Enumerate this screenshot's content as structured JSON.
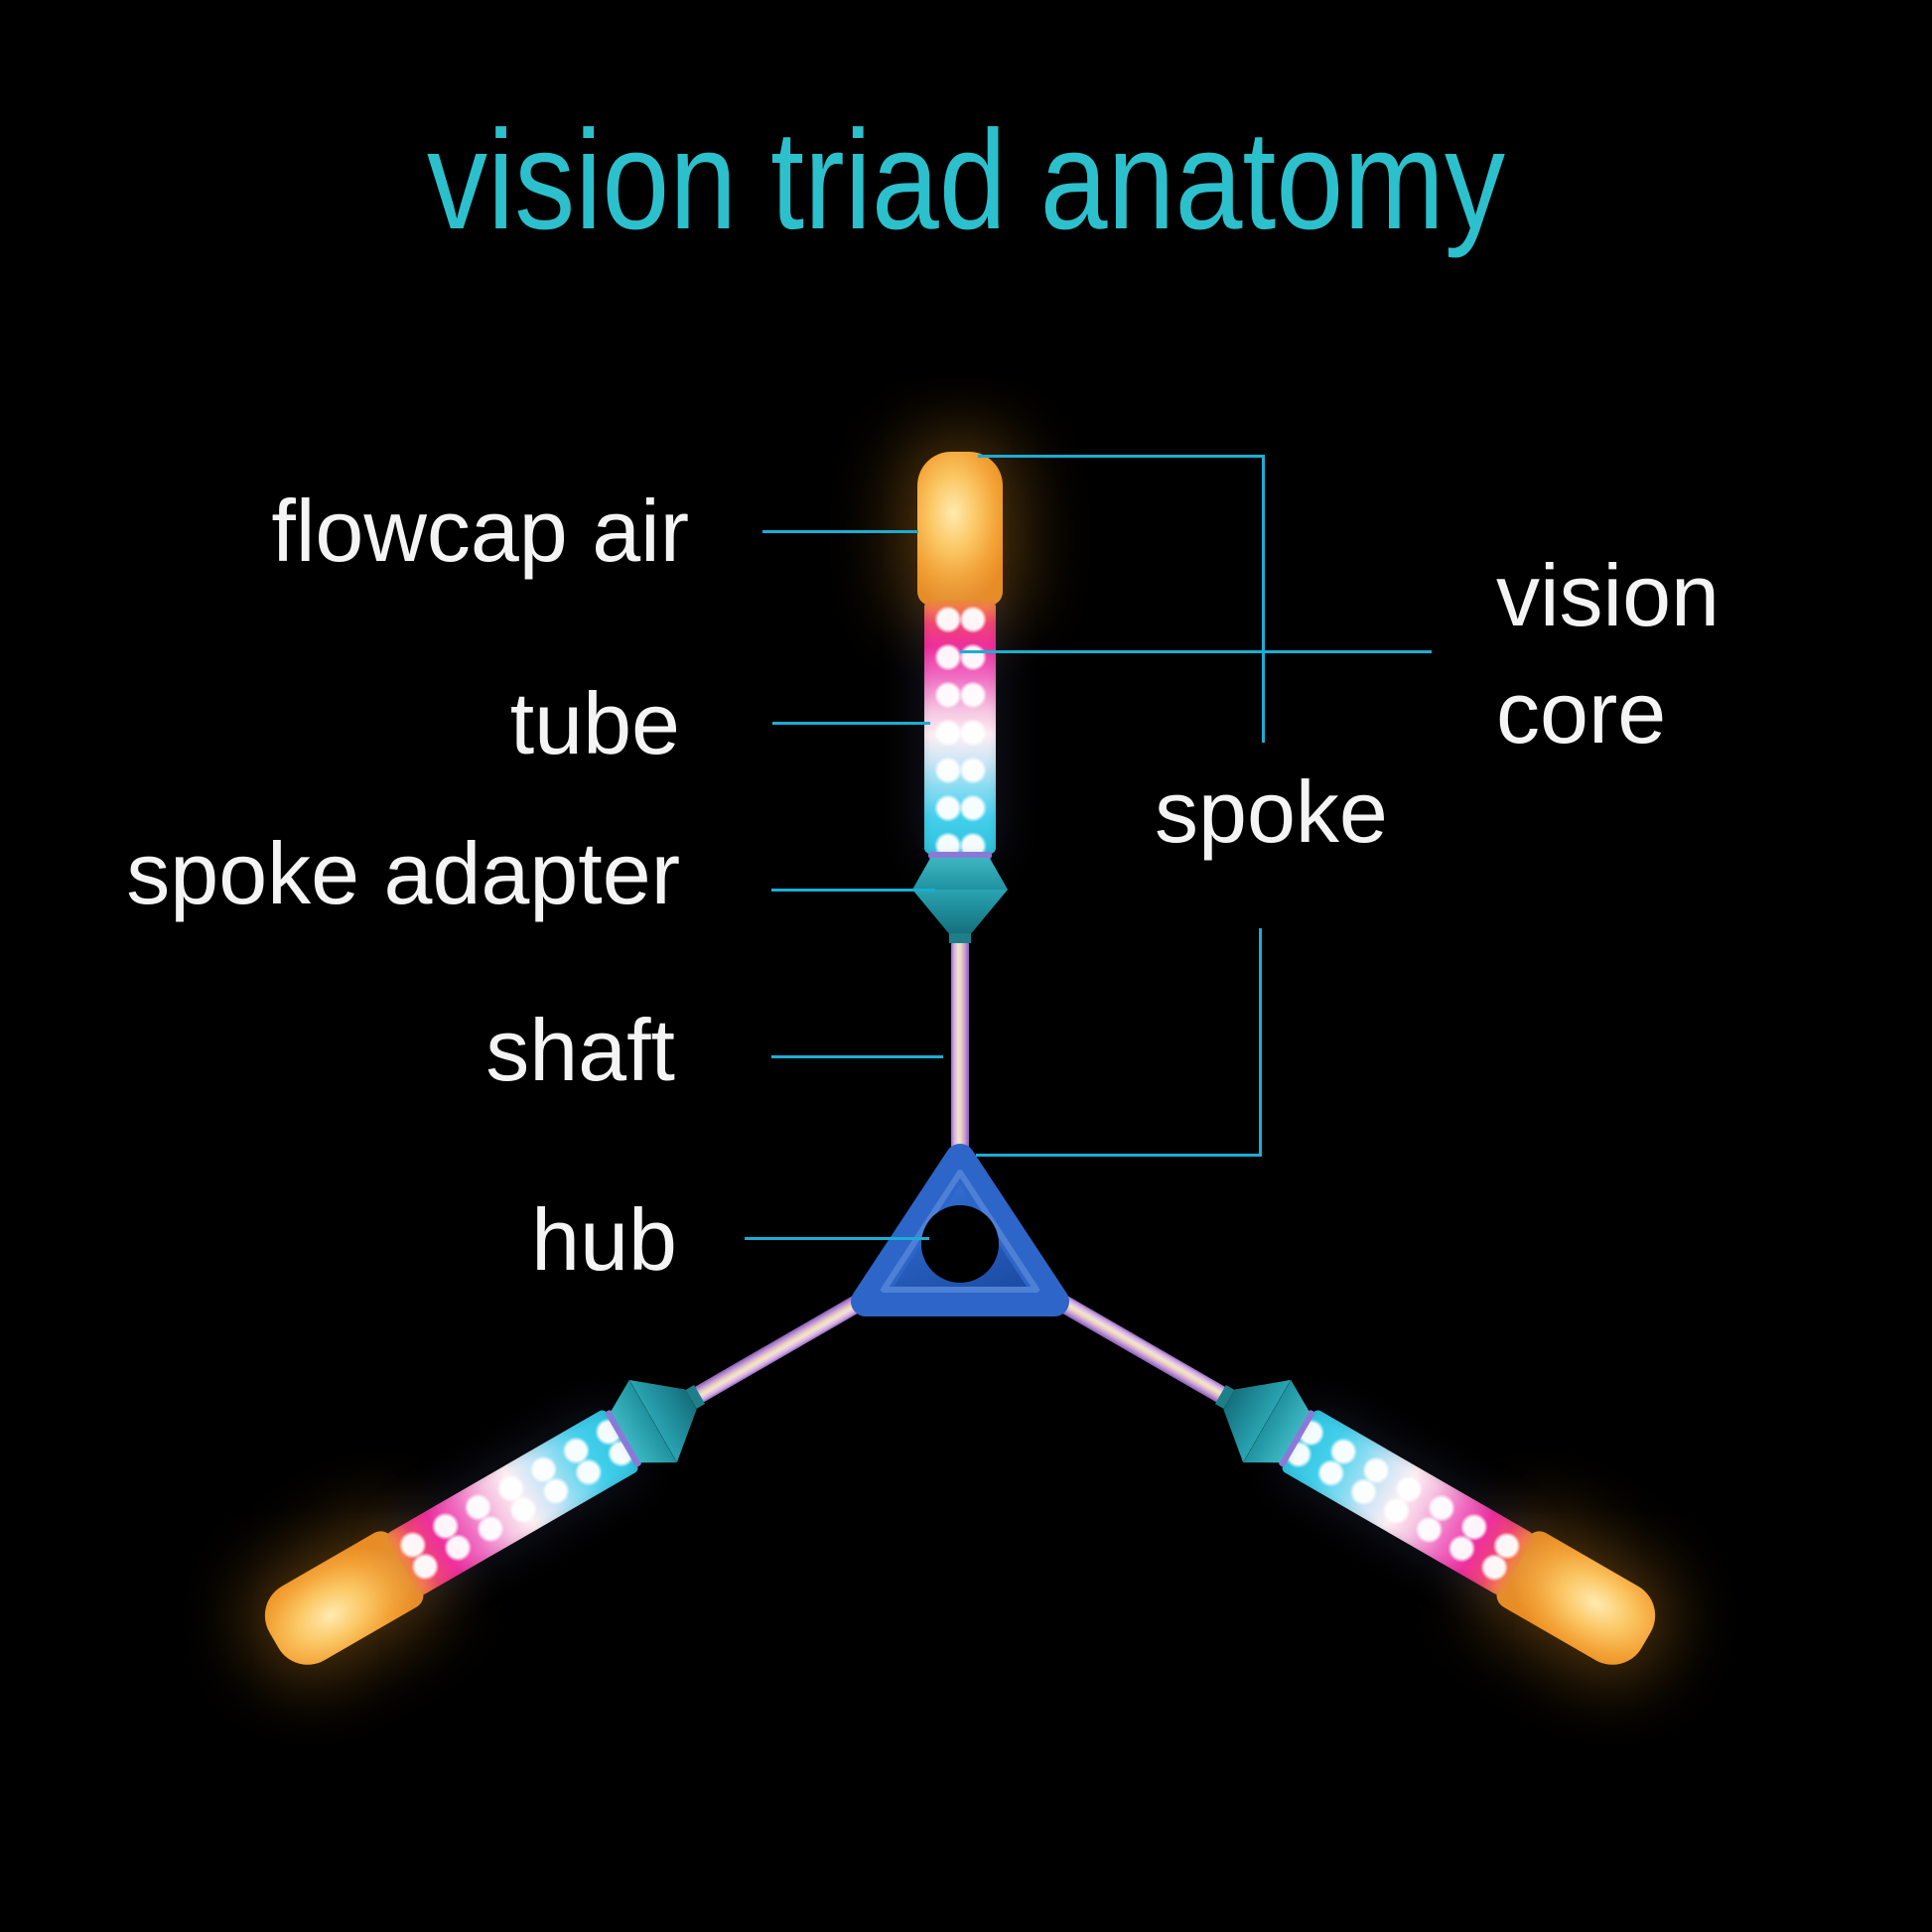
{
  "title": "vision triad anatomy",
  "labels": {
    "flowcap_air": "flowcap air",
    "tube": "tube",
    "spoke_adapter": "spoke adapter",
    "shaft": "shaft",
    "hub": "hub",
    "spoke": "spoke",
    "vision": "vision",
    "core": "core"
  },
  "colors": {
    "background": "#000000",
    "title": "#2cc0cc",
    "line": "#1badd4",
    "label": "#f4f4f4",
    "hub_blue": "#2d66c8",
    "hub_blue_light": "#4f8ade",
    "hub_blue_dark": "#1d4da6",
    "adapter_teal": "#26a0ae",
    "cap_orange": "#f6a93c"
  }
}
